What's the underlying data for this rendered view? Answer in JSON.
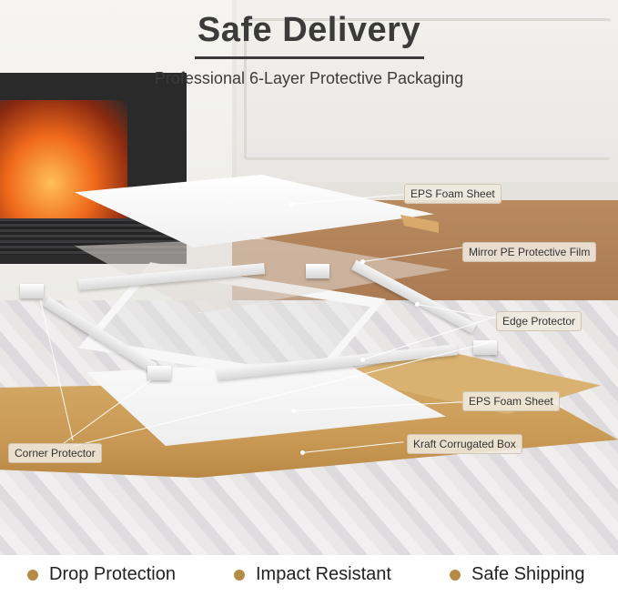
{
  "header": {
    "title": "Safe Delivery",
    "subtitle": "Professional 6-Layer Protective Packaging"
  },
  "labels": {
    "eps_top": "EPS Foam Sheet",
    "pe_film": "Mirror PE Protective Film",
    "edge": "Edge Protector",
    "eps_bottom": "EPS Foam Sheet",
    "corner": "Corner Protector",
    "kraft": "Kraft Corrugated Box"
  },
  "features": [
    {
      "label": "Drop Protection"
    },
    {
      "label": "Impact Resistant"
    },
    {
      "label": "Safe Shipping"
    }
  ],
  "colors": {
    "accent": "#b58c45",
    "text": "#3b3b3b"
  }
}
